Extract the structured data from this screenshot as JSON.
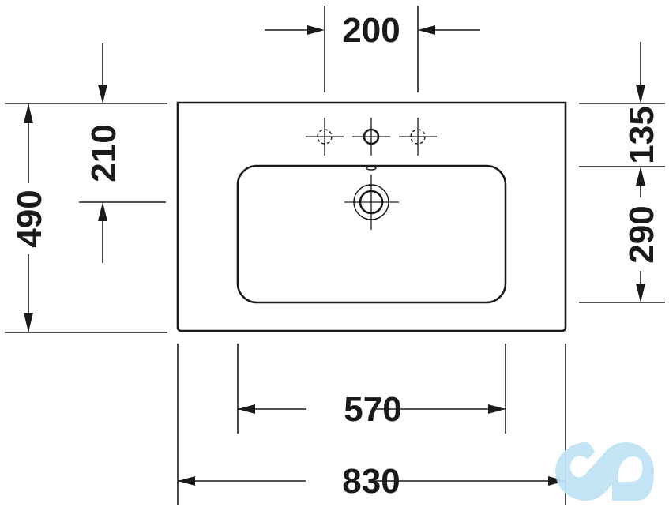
{
  "drawing": {
    "title": "Washbasin dimension drawing (top view)",
    "units": "mm",
    "dimensions": {
      "tap_hole_spacing": "200",
      "front_to_drain_depth": "210",
      "total_depth": "490",
      "rear_to_basin_depth": "135",
      "basin_depth": "290",
      "basin_width": "570",
      "total_width": "830"
    },
    "features": {
      "tap_holes": [
        "pre-punched-left",
        "center-tap-hole",
        "pre-punched-right"
      ],
      "drain": "drain-outlet",
      "overflow": "overflow-slot"
    },
    "watermark": {
      "icon": "infinity-logo-icon",
      "color": "#bfe3f4"
    },
    "colors": {
      "line": "#1a1a1a",
      "background": "#ffffff"
    }
  }
}
